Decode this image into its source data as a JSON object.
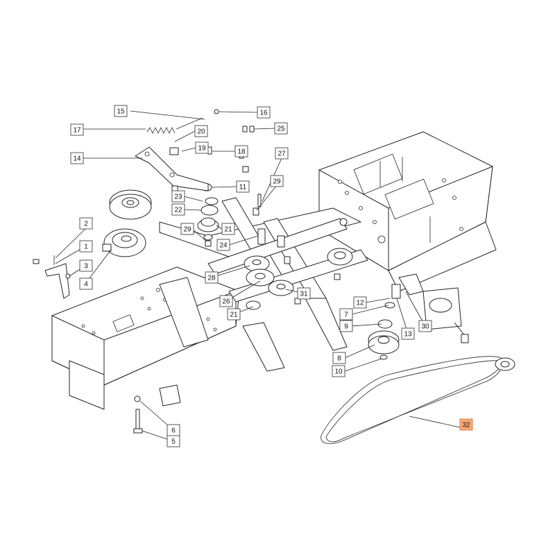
{
  "highlight_color": "#f6a878",
  "callouts": [
    {
      "id": "c15",
      "label": "15"
    },
    {
      "id": "c16",
      "label": "16"
    },
    {
      "id": "c17",
      "label": "17"
    },
    {
      "id": "c20",
      "label": "20"
    },
    {
      "id": "c25",
      "label": "25"
    },
    {
      "id": "c19",
      "label": "19"
    },
    {
      "id": "c18",
      "label": "18"
    },
    {
      "id": "c14",
      "label": "14"
    },
    {
      "id": "c27",
      "label": "27"
    },
    {
      "id": "c29a",
      "label": "29"
    },
    {
      "id": "c11",
      "label": "11"
    },
    {
      "id": "c23",
      "label": "23"
    },
    {
      "id": "c22",
      "label": "22"
    },
    {
      "id": "c2",
      "label": "2"
    },
    {
      "id": "c29b",
      "label": "29"
    },
    {
      "id": "c21a",
      "label": "21"
    },
    {
      "id": "c1",
      "label": "1"
    },
    {
      "id": "c24",
      "label": "24"
    },
    {
      "id": "c3",
      "label": "3"
    },
    {
      "id": "c4",
      "label": "4"
    },
    {
      "id": "c28",
      "label": "28"
    },
    {
      "id": "c26",
      "label": "26"
    },
    {
      "id": "c31",
      "label": "31"
    },
    {
      "id": "c21b",
      "label": "21"
    },
    {
      "id": "c12",
      "label": "12"
    },
    {
      "id": "c7",
      "label": "7"
    },
    {
      "id": "c9",
      "label": "9"
    },
    {
      "id": "c13",
      "label": "13"
    },
    {
      "id": "c30",
      "label": "30"
    },
    {
      "id": "c8",
      "label": "8"
    },
    {
      "id": "c10",
      "label": "10"
    },
    {
      "id": "c32",
      "label": "32",
      "highlighted": true
    },
    {
      "id": "c6",
      "label": "6"
    },
    {
      "id": "c5",
      "label": "5"
    }
  ]
}
